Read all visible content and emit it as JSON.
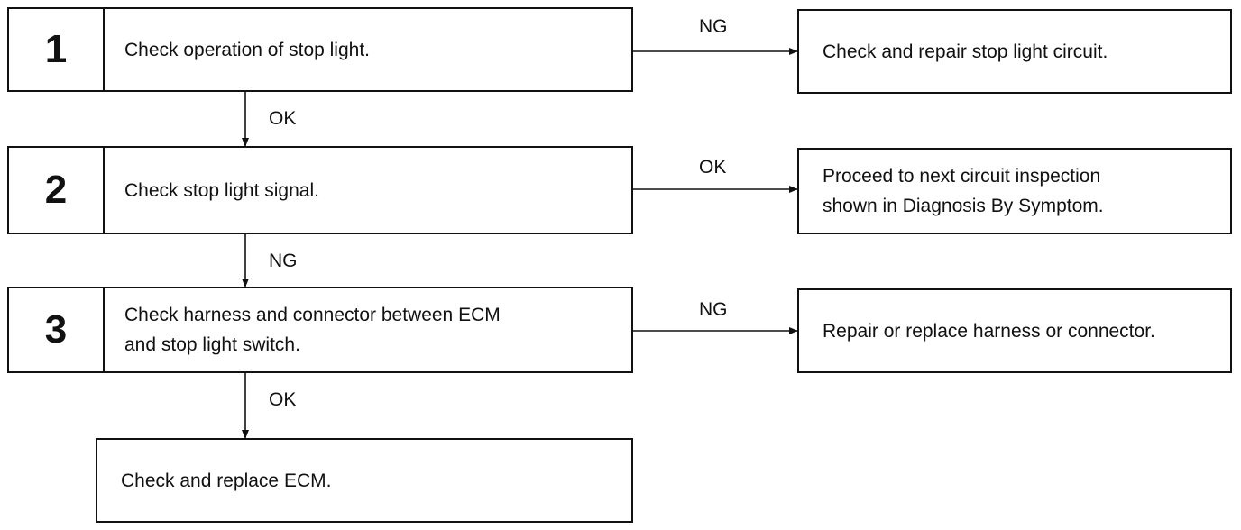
{
  "steps": [
    {
      "number": "1",
      "text": [
        "Check operation of stop light."
      ]
    },
    {
      "number": "2",
      "text": [
        "Check stop light signal."
      ]
    },
    {
      "number": "3",
      "text": [
        "Check harness and connector between ECM",
        "and stop light switch."
      ]
    }
  ],
  "final": {
    "text": [
      "Check and replace ECM."
    ]
  },
  "results": [
    {
      "branch": "NG",
      "text": [
        "Check and repair stop light circuit."
      ]
    },
    {
      "branch": "OK",
      "text": [
        "Proceed to next circuit inspection",
        "shown in Diagnosis By Symptom."
      ]
    },
    {
      "branch": "NG",
      "text": [
        "Repair or replace harness or connector."
      ]
    }
  ],
  "down_labels": [
    "OK",
    "NG",
    "OK"
  ]
}
